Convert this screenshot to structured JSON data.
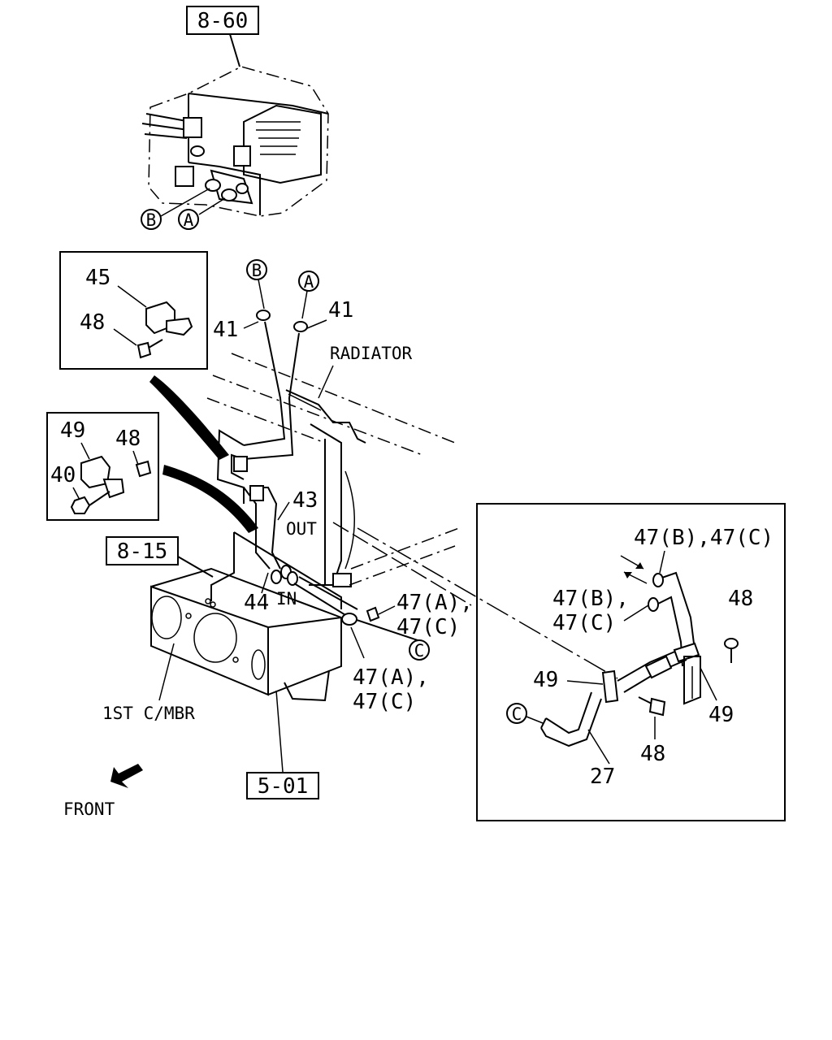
{
  "diagram": {
    "ref_boxes": {
      "ref_top": "8-60",
      "ref_left": "8-15",
      "ref_bottom": "5-01"
    },
    "callouts": {
      "b_top": "B",
      "a_top": "A",
      "b_hose": "B",
      "a_hose": "A",
      "c_main": "C",
      "c_detail": "C"
    },
    "parts": {
      "p45": "45",
      "p48_box1": "48",
      "p49_box2": "49",
      "p48_box2": "48",
      "p40": "40",
      "p41_left": "41",
      "p41_right": "41",
      "p43": "43",
      "p44": "44",
      "p47a_1": "47(A),",
      "p47c_1": "47(C)",
      "p47a_2": "47(A),",
      "p47c_2": "47(C)",
      "p47bc_top": "47(B),47(C)",
      "p47b_mid": "47(B),",
      "p47c_mid": "47(C)",
      "p48_det_top": "48",
      "p49_det_left": "49",
      "p49_det_right": "49",
      "p48_det_bottom": "48",
      "p27": "27"
    },
    "text_labels": {
      "radiator": "RADIATOR",
      "out": "OUT",
      "in": "IN",
      "member": "1ST C/MBR",
      "front": "FRONT"
    }
  }
}
